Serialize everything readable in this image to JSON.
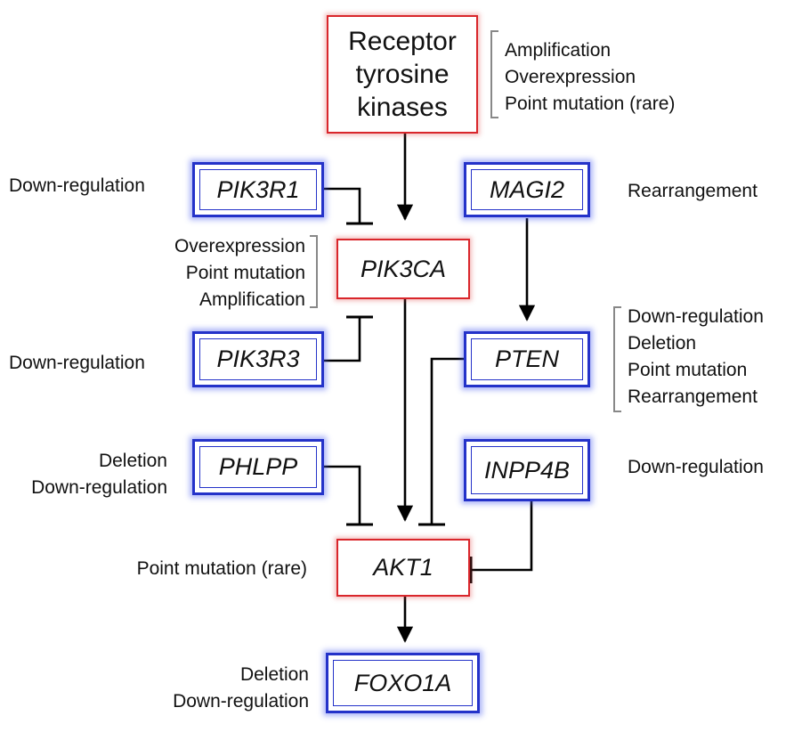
{
  "nodes": {
    "rtk": "Receptor\ntyrosine\nkinases",
    "pik3r1": "PIK3R1",
    "magi2": "MAGI2",
    "pik3ca": "PIK3CA",
    "pik3r3": "PIK3R3",
    "pten": "PTEN",
    "phlpp": "PHLPP",
    "inpp4b": "INPP4B",
    "akt1": "AKT1",
    "foxo1a": "FOXO1A"
  },
  "annotations": {
    "rtk": "Amplification\nOverexpression\nPoint mutation (rare)",
    "pik3r1": "Down-regulation",
    "magi2": "Rearrangement",
    "pik3ca": "Overexpression\nPoint mutation\nAmplification",
    "pik3r3": "Down-regulation",
    "pten": "Down-regulation\nDeletion\nPoint mutation\nRearrangement",
    "phlpp": "Deletion\nDown-regulation",
    "inpp4b": "Down-regulation",
    "akt1": "Point mutation (rare)",
    "foxo1a": "Deletion\nDown-regulation"
  },
  "colors": {
    "oncogene_border": "#d9262b",
    "suppressor_border": "#2432c9",
    "bracket": "#888888",
    "edge": "#000000"
  },
  "edges": [
    {
      "from": "rtk",
      "to": "pik3ca",
      "type": "activation"
    },
    {
      "from": "pik3r1",
      "to": "pik3ca",
      "type": "inhibition"
    },
    {
      "from": "pik3r3",
      "to": "pik3ca",
      "type": "inhibition"
    },
    {
      "from": "magi2",
      "to": "pten",
      "type": "activation"
    },
    {
      "from": "pik3ca",
      "to": "akt1",
      "type": "activation"
    },
    {
      "from": "pten",
      "to": "akt1",
      "type": "inhibition"
    },
    {
      "from": "phlpp",
      "to": "akt1",
      "type": "inhibition"
    },
    {
      "from": "inpp4b",
      "to": "akt1",
      "type": "inhibition"
    },
    {
      "from": "akt1",
      "to": "foxo1a",
      "type": "activation"
    }
  ]
}
